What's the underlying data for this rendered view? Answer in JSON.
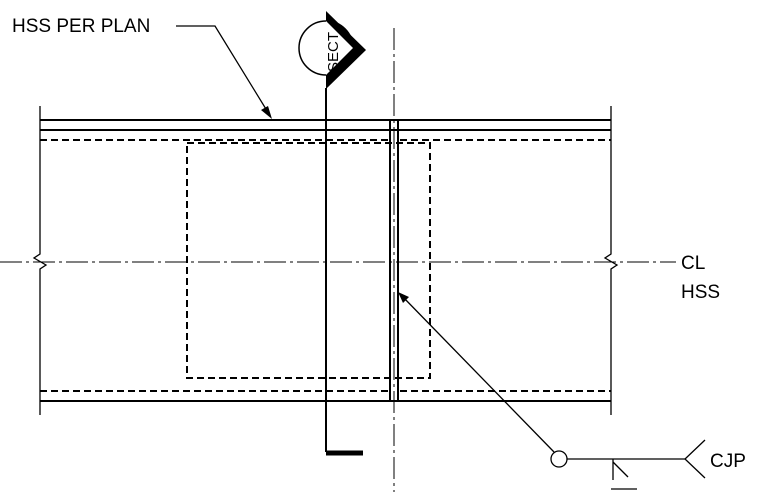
{
  "labels": {
    "hss_callout": "HSS PER PLAN",
    "section_marker": "SECT",
    "centerline_line1": "CL",
    "centerline_line2": "HSS",
    "weld_type": "CJP"
  }
}
